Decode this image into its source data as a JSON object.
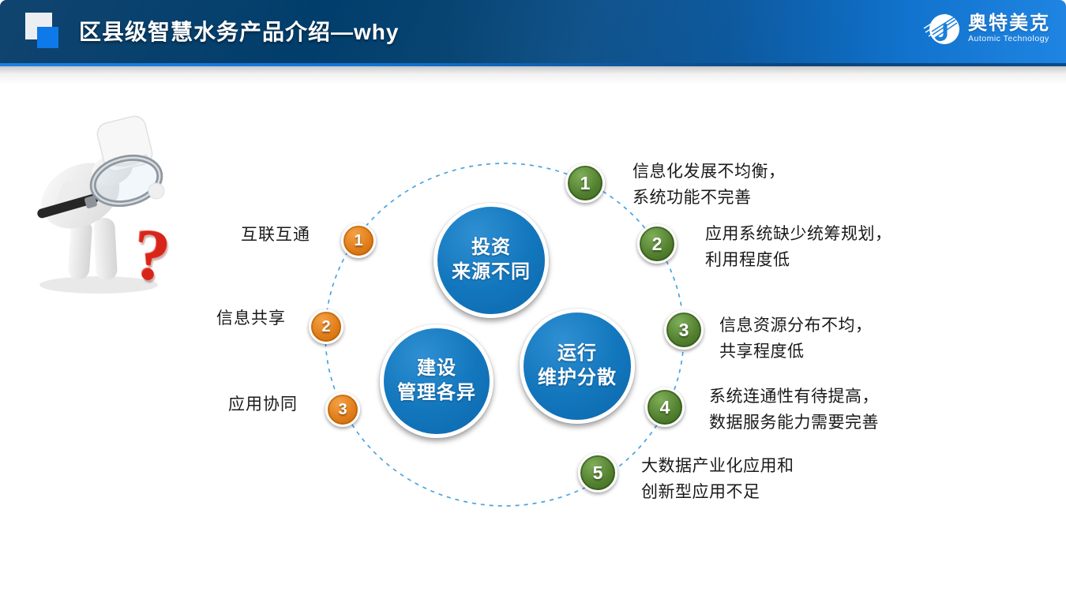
{
  "header": {
    "title": "区县级智慧水务产品介绍—why",
    "brand_name": "奥特美克",
    "brand_subtitle": "Automic Technology"
  },
  "figure": {
    "question_mark": "?"
  },
  "diagram": {
    "circles": [
      {
        "lines": [
          "投资",
          "来源不同"
        ]
      },
      {
        "lines": [
          "建设",
          "管理各异"
        ]
      },
      {
        "lines": [
          "运行",
          "维护分散"
        ]
      }
    ],
    "left_items": [
      {
        "num": "1",
        "label": "互联互通"
      },
      {
        "num": "2",
        "label": "信息共享"
      },
      {
        "num": "3",
        "label": "应用协同"
      }
    ],
    "right_items": [
      {
        "num": "1",
        "lines": [
          "信息化发展不均衡，",
          "系统功能不完善"
        ]
      },
      {
        "num": "2",
        "lines": [
          "应用系统缺少统筹规划，",
          "利用程度低"
        ]
      },
      {
        "num": "3",
        "lines": [
          "信息资源分布不均，",
          "共享程度低"
        ]
      },
      {
        "num": "4",
        "lines": [
          "系统连通性有待提高，",
          "数据服务能力需要完善"
        ]
      },
      {
        "num": "5",
        "lines": [
          "大数据产业化应用和",
          "创新型应用不足"
        ]
      }
    ],
    "colors": {
      "header_navy": "#013966",
      "header_blue": "#1f84e2",
      "accent_strip": "#1273d4",
      "circle_blue": "#0f6fb4",
      "badge_green": "#4c7d2b",
      "badge_orange": "#e07c17",
      "dash_blue": "#4aa3e0",
      "question_red": "#d8251a"
    }
  }
}
